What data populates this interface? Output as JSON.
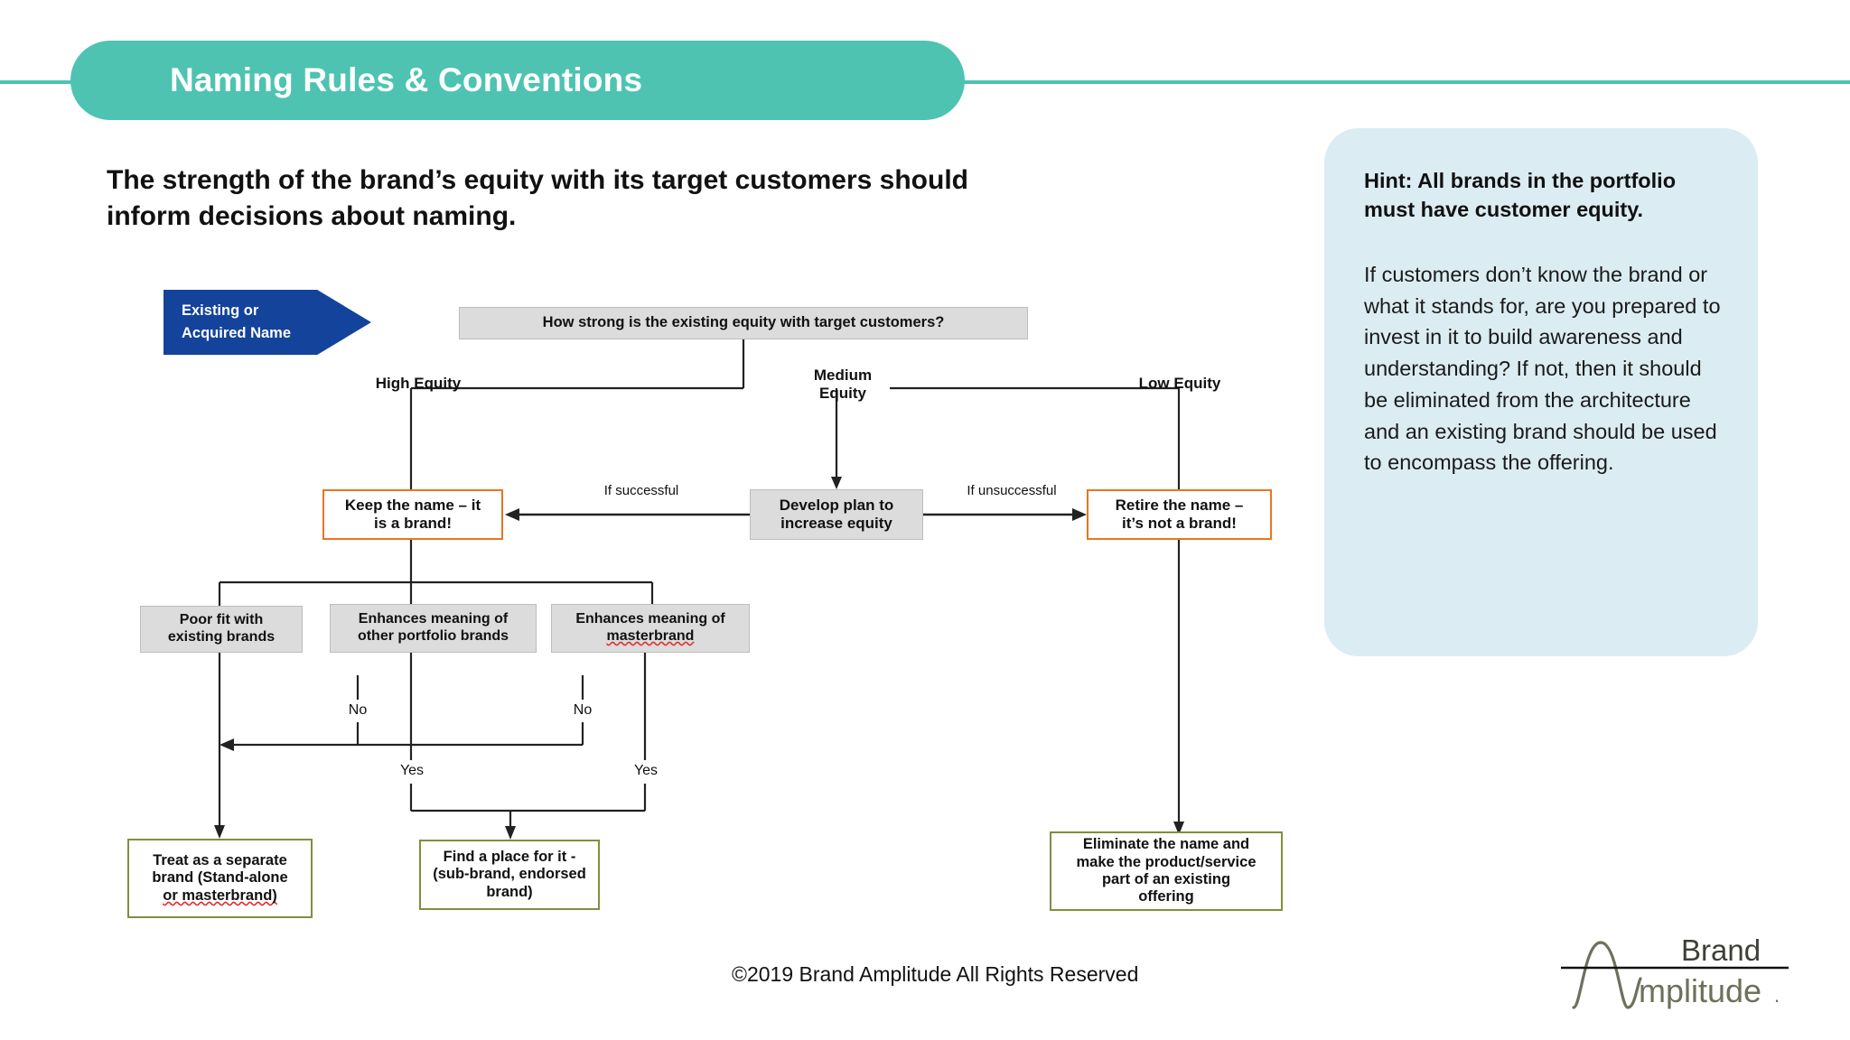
{
  "header": {
    "title": "Naming Rules & Conventions",
    "accent_color": "#4EC3B2"
  },
  "subtitle": "The strength of the brand’s equity with its target customers should inform decisions about naming.",
  "hint": {
    "heading": "Hint: All brands in the portfolio must have customer equity.",
    "body": "If customers don’t know the brand or what it stands for, are you prepared to invest in it to build awareness and understanding? If not, then it should be eliminated from the architecture and an existing brand should be used to encompass the offering.",
    "background_color": "#DCECF3"
  },
  "flowchart": {
    "start_banner": {
      "line1": "Existing or",
      "line2": "Acquired  Name",
      "color": "#14439B"
    },
    "question": "How strong is the existing equity with target customers?",
    "equity_levels": {
      "high": "High Equity",
      "medium_line1": "Medium",
      "medium_line2": "Equity",
      "low": "Low Equity"
    },
    "decision_nodes": {
      "keep_line1": "Keep the name – it",
      "keep_line2": "is a brand!",
      "develop_line1": "Develop plan to",
      "develop_line2": "increase equity",
      "retire_line1": "Retire the name –",
      "retire_line2": "it’s not a brand!"
    },
    "edge_labels": {
      "successful": "If successful",
      "unsuccessful": "If unsuccessful"
    },
    "criteria_nodes": {
      "poor_fit_line1": "Poor fit with",
      "poor_fit_line2": "existing brands",
      "other_portfolio_line1": "Enhances meaning of",
      "other_portfolio_line2": "other portfolio brands",
      "masterbrand_line1": "Enhances meaning of",
      "masterbrand_line2": "masterbrand"
    },
    "branch_labels": {
      "no_1": "No",
      "yes_1": "Yes",
      "no_2": "No",
      "yes_2": "Yes"
    },
    "outcome_nodes": {
      "treat_line1": "Treat as a separate",
      "treat_line2": "brand (Stand-alone",
      "treat_line3": "or masterbrand)",
      "find_line1": "Find a place for it -",
      "find_line2": "(sub-brand, endorsed",
      "find_line3": "brand)",
      "eliminate_line1": "Eliminate the name and",
      "eliminate_line2": "make the product/service",
      "eliminate_line3": "part of an existing",
      "eliminate_line4": "offering"
    },
    "colors": {
      "gray_fill": "#DCDCDC",
      "orange_border": "#E8761F",
      "green_border": "#7F8F3C",
      "line": "#222222"
    }
  },
  "footer": "©2019 Brand Amplitude All Rights Reserved",
  "logo": {
    "word_top": "Brand",
    "word_bottom": "mplitude",
    "period": "."
  }
}
